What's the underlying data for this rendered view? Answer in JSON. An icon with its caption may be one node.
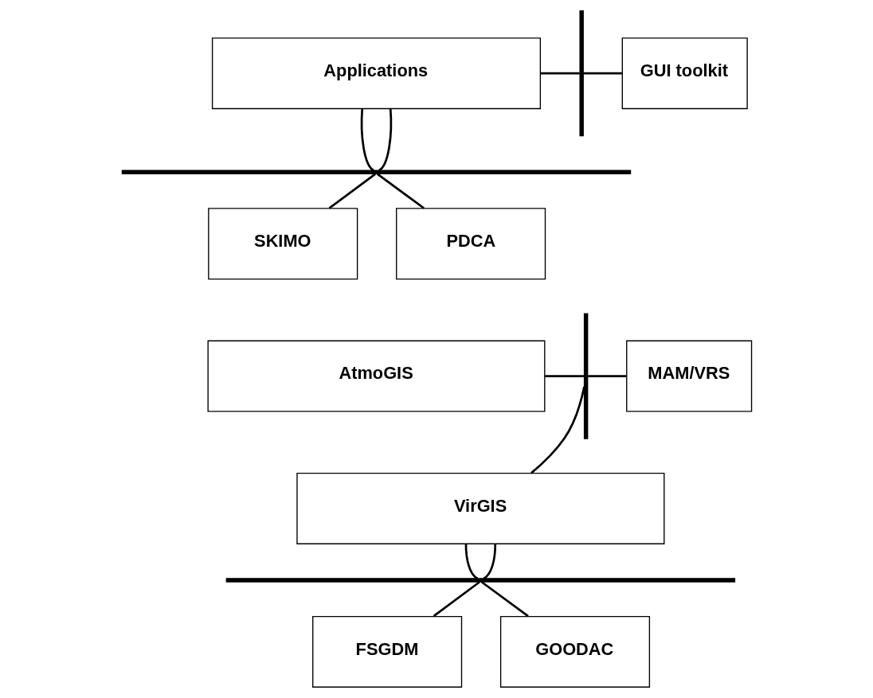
{
  "diagram": {
    "nodes": [
      {
        "text": [
          "Applications"
        ]
      },
      {
        "text": [],
        "shape": "bar"
      },
      {
        "text": [
          "GUI toolkit"
        ]
      },
      {
        "text": [],
        "shape": "bar"
      },
      {
        "text": [
          "SKIMO"
        ]
      },
      {
        "text": [
          "PDCA"
        ]
      },
      {
        "text": [
          "AtmoGIS"
        ]
      },
      {
        "text": [],
        "shape": "bar"
      },
      {
        "text": [
          "MAM/VRS"
        ]
      },
      {
        "text": [
          "VirGIS"
        ]
      },
      {
        "text": [],
        "shape": "bar"
      },
      {
        "text": [
          "FSGDM"
        ]
      },
      {
        "text": [
          "GOODAC"
        ]
      }
    ],
    "edges": [
      {
        "from": 0,
        "to": 1,
        "arrow": "none"
      },
      {
        "from": 1,
        "to": 2,
        "arrow": "none"
      },
      {
        "from": 0,
        "to": 3,
        "arrow": "none"
      },
      {
        "from": 0,
        "to": 3,
        "arrow": "none"
      },
      {
        "from": 3,
        "to": 4,
        "arrow": "none"
      },
      {
        "from": 3,
        "to": 5,
        "arrow": "none"
      },
      {
        "from": 6,
        "to": 7,
        "arrow": "none"
      },
      {
        "from": 7,
        "to": 8,
        "arrow": "none"
      },
      {
        "from": 9,
        "to": 7,
        "arrow": "none"
      },
      {
        "from": 9,
        "to": 10,
        "arrow": "none"
      },
      {
        "from": 9,
        "to": 10,
        "arrow": "none"
      },
      {
        "from": 10,
        "to": 11,
        "arrow": "none"
      },
      {
        "from": 10,
        "to": 12,
        "arrow": "none"
      }
    ]
  }
}
